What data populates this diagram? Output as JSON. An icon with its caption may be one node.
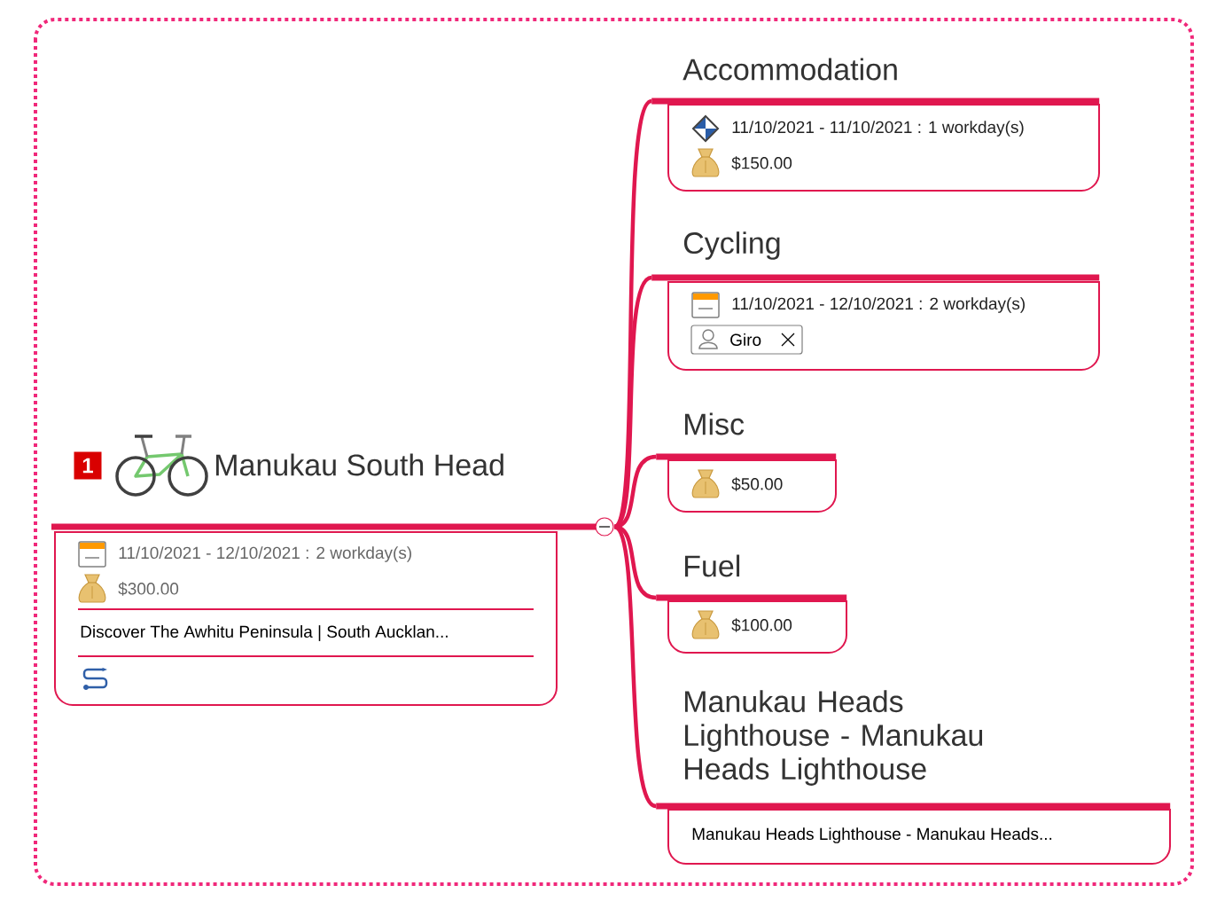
{
  "diagram": {
    "nodes": [
      {
        "text": [
          "Manukau South Head",
          "11/10/2021 - 12/10/2021 : 2 workday(s)",
          "$300.00",
          "Discover The Awhitu Peninsula | South Aucklan..."
        ]
      },
      {
        "text": [
          "Accommodation",
          "11/10/2021 - 11/10/2021 : 1 workday(s)",
          "$150.00"
        ]
      },
      {
        "text": [
          "Cycling",
          "11/10/2021 - 12/10/2021 : 2 workday(s)",
          "Giro"
        ]
      },
      {
        "text": [
          "Misc",
          "$50.00"
        ]
      },
      {
        "text": [
          "Fuel",
          "$100.00"
        ]
      },
      {
        "text": [
          "Manukau Heads Lighthouse - Manukau Heads Lighthouse",
          "Manukau Heads Lighthouse - Manukau Heads..."
        ]
      }
    ],
    "edges": [
      {
        "from": 0,
        "to": 1,
        "arrow": "none"
      },
      {
        "from": 0,
        "to": 2,
        "arrow": "none"
      },
      {
        "from": 0,
        "to": 3,
        "arrow": "none"
      },
      {
        "from": 0,
        "to": 4,
        "arrow": "none"
      },
      {
        "from": 0,
        "to": 5,
        "arrow": "none"
      }
    ],
    "labels": [
      "1"
    ]
  }
}
